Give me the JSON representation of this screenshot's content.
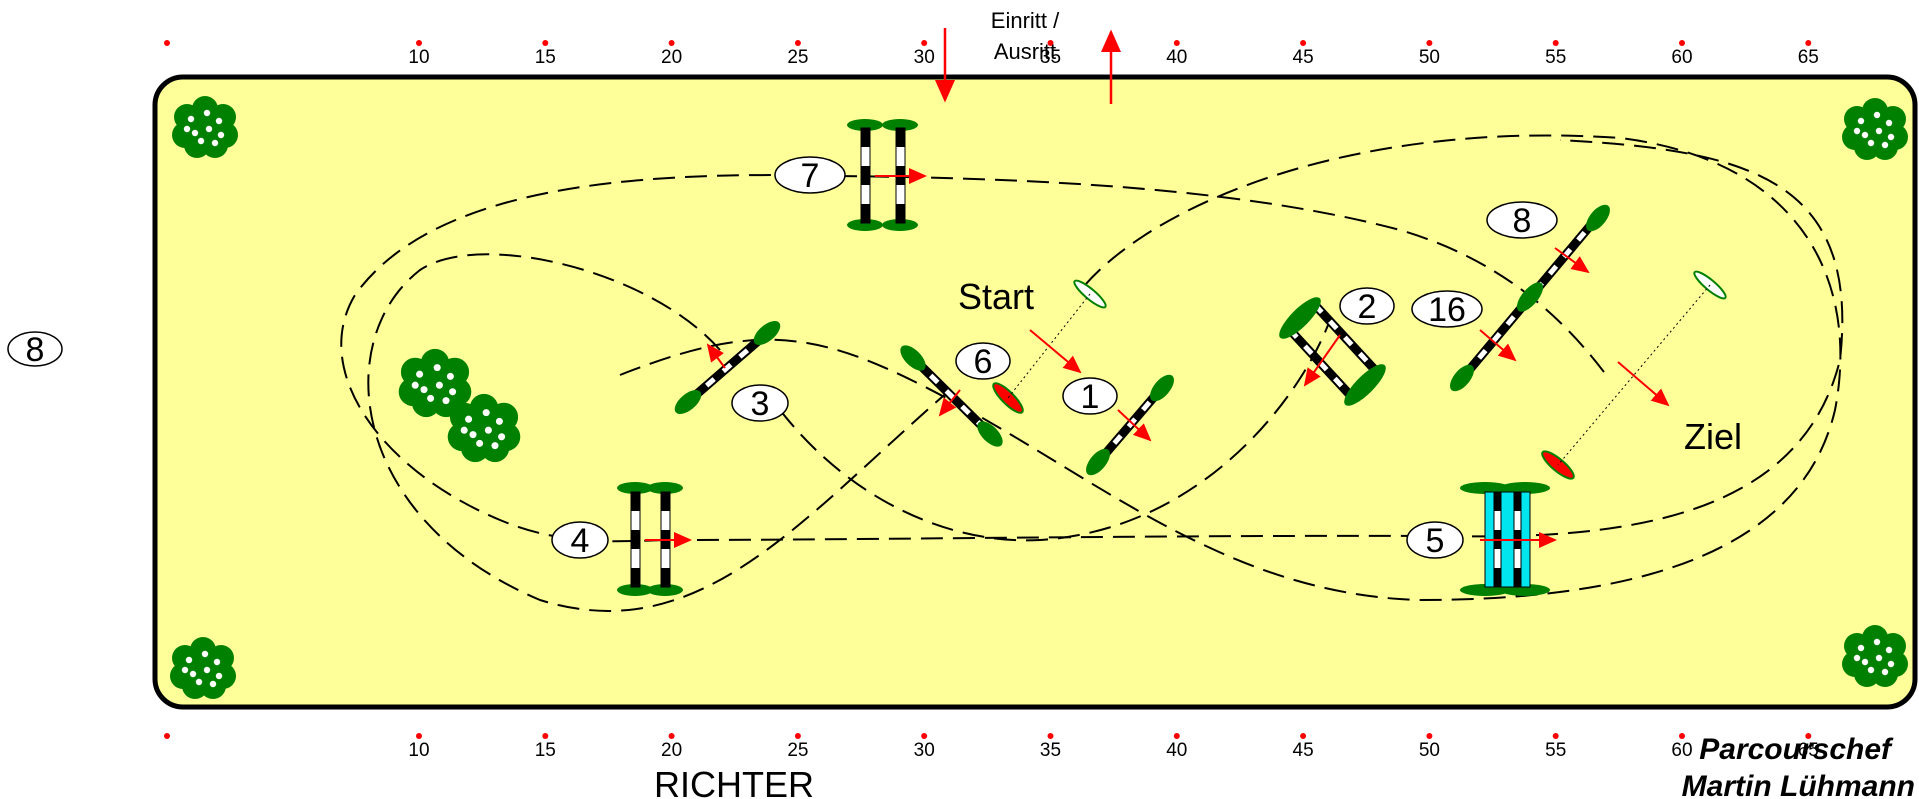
{
  "header": {
    "entry_line1": "Einritt /",
    "entry_line2": "Ausritt"
  },
  "side_badge": "8",
  "scale_ticks": [
    "10",
    "15",
    "20",
    "25",
    "30",
    "35",
    "40",
    "45",
    "50",
    "55",
    "60",
    "65"
  ],
  "labels": {
    "start": "Start",
    "finish": "Ziel",
    "judge": "RICHTER"
  },
  "credits": {
    "line1": "Parcourschef",
    "line2": "Martin Lühmann"
  },
  "jump_numbers": [
    "1",
    "2",
    "3",
    "4",
    "5",
    "6",
    "7",
    "8",
    "16"
  ],
  "colors": {
    "arena_fill": "#ffff99",
    "arena_border": "#000000",
    "arrow": "#ff0000",
    "water": "#00e5ee",
    "foliage": "#008000",
    "tick_dot": "#ff0000"
  }
}
